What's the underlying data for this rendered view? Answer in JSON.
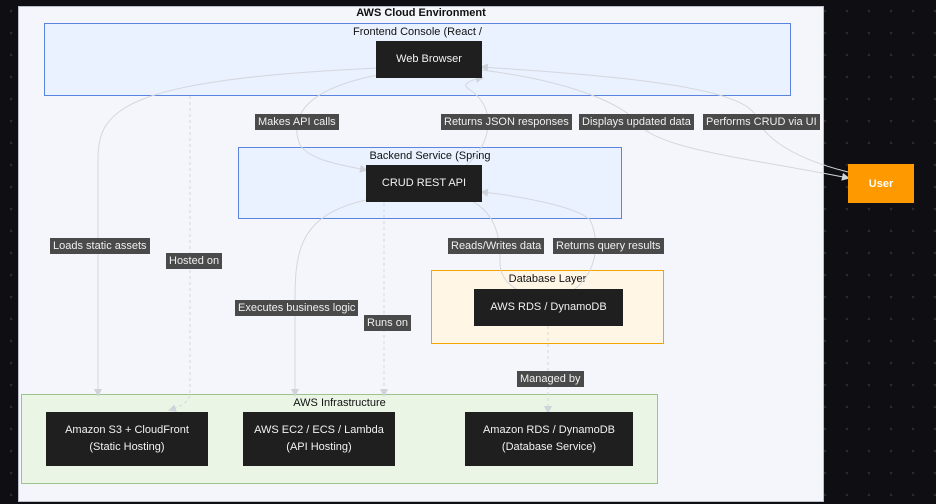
{
  "groups": {
    "cloud": "AWS Cloud Environment",
    "frontend": "Frontend Console (React /",
    "backend": "Backend Service (Spring",
    "database": "Database Layer",
    "infra": "AWS Infrastructure"
  },
  "nodes": {
    "web_browser": "Web Browser",
    "crud_api": "CRUD REST API",
    "rds_db": "AWS RDS / DynamoDB",
    "s3": "Amazon S3 + CloudFront\n(Static Hosting)",
    "ec2": "AWS EC2 / ECS / Lambda\n(API Hosting)",
    "rds_service": "Amazon RDS / DynamoDB\n(Database Service)",
    "user": "User"
  },
  "edges": {
    "makes_api_calls": "Makes API calls",
    "returns_json": "Returns JSON responses",
    "displays_updated": "Displays updated data",
    "performs_crud": "Performs CRUD via UI",
    "loads_static": "Loads static assets",
    "hosted_on": "Hosted on",
    "reads_writes": "Reads/Writes data",
    "returns_query": "Returns query results",
    "executes_logic": "Executes business logic",
    "runs_on": "Runs on",
    "managed_by": "Managed by"
  },
  "colors": {
    "user_fill": "#ff9900",
    "node_fill": "#1f1f1f",
    "group_blue": "#eaf1ff",
    "group_orange": "#fff6e6",
    "group_green": "#eaf5e6"
  }
}
